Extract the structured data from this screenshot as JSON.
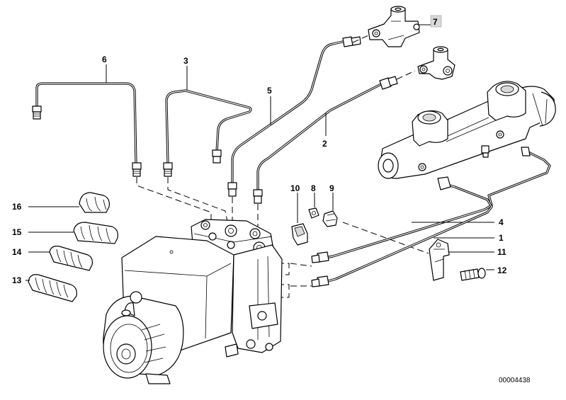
{
  "diagram": {
    "document_number": "00004438",
    "callouts": [
      {
        "id": "c1",
        "text": "1"
      },
      {
        "id": "c2",
        "text": "2"
      },
      {
        "id": "c3",
        "text": "3"
      },
      {
        "id": "c4",
        "text": "4"
      },
      {
        "id": "c5",
        "text": "5"
      },
      {
        "id": "c6",
        "text": "6"
      },
      {
        "id": "c7",
        "text": "7"
      },
      {
        "id": "c8",
        "text": "8"
      },
      {
        "id": "c9",
        "text": "9"
      },
      {
        "id": "c10",
        "text": "10"
      },
      {
        "id": "c11",
        "text": "11"
      },
      {
        "id": "c12",
        "text": "12"
      },
      {
        "id": "c13",
        "text": "13"
      },
      {
        "id": "c14",
        "text": "14"
      },
      {
        "id": "c15",
        "text": "15"
      },
      {
        "id": "c16",
        "text": "16"
      }
    ],
    "colors": {
      "line": "#000000",
      "background": "#ffffff",
      "highlight": "#d9d9d9"
    }
  }
}
